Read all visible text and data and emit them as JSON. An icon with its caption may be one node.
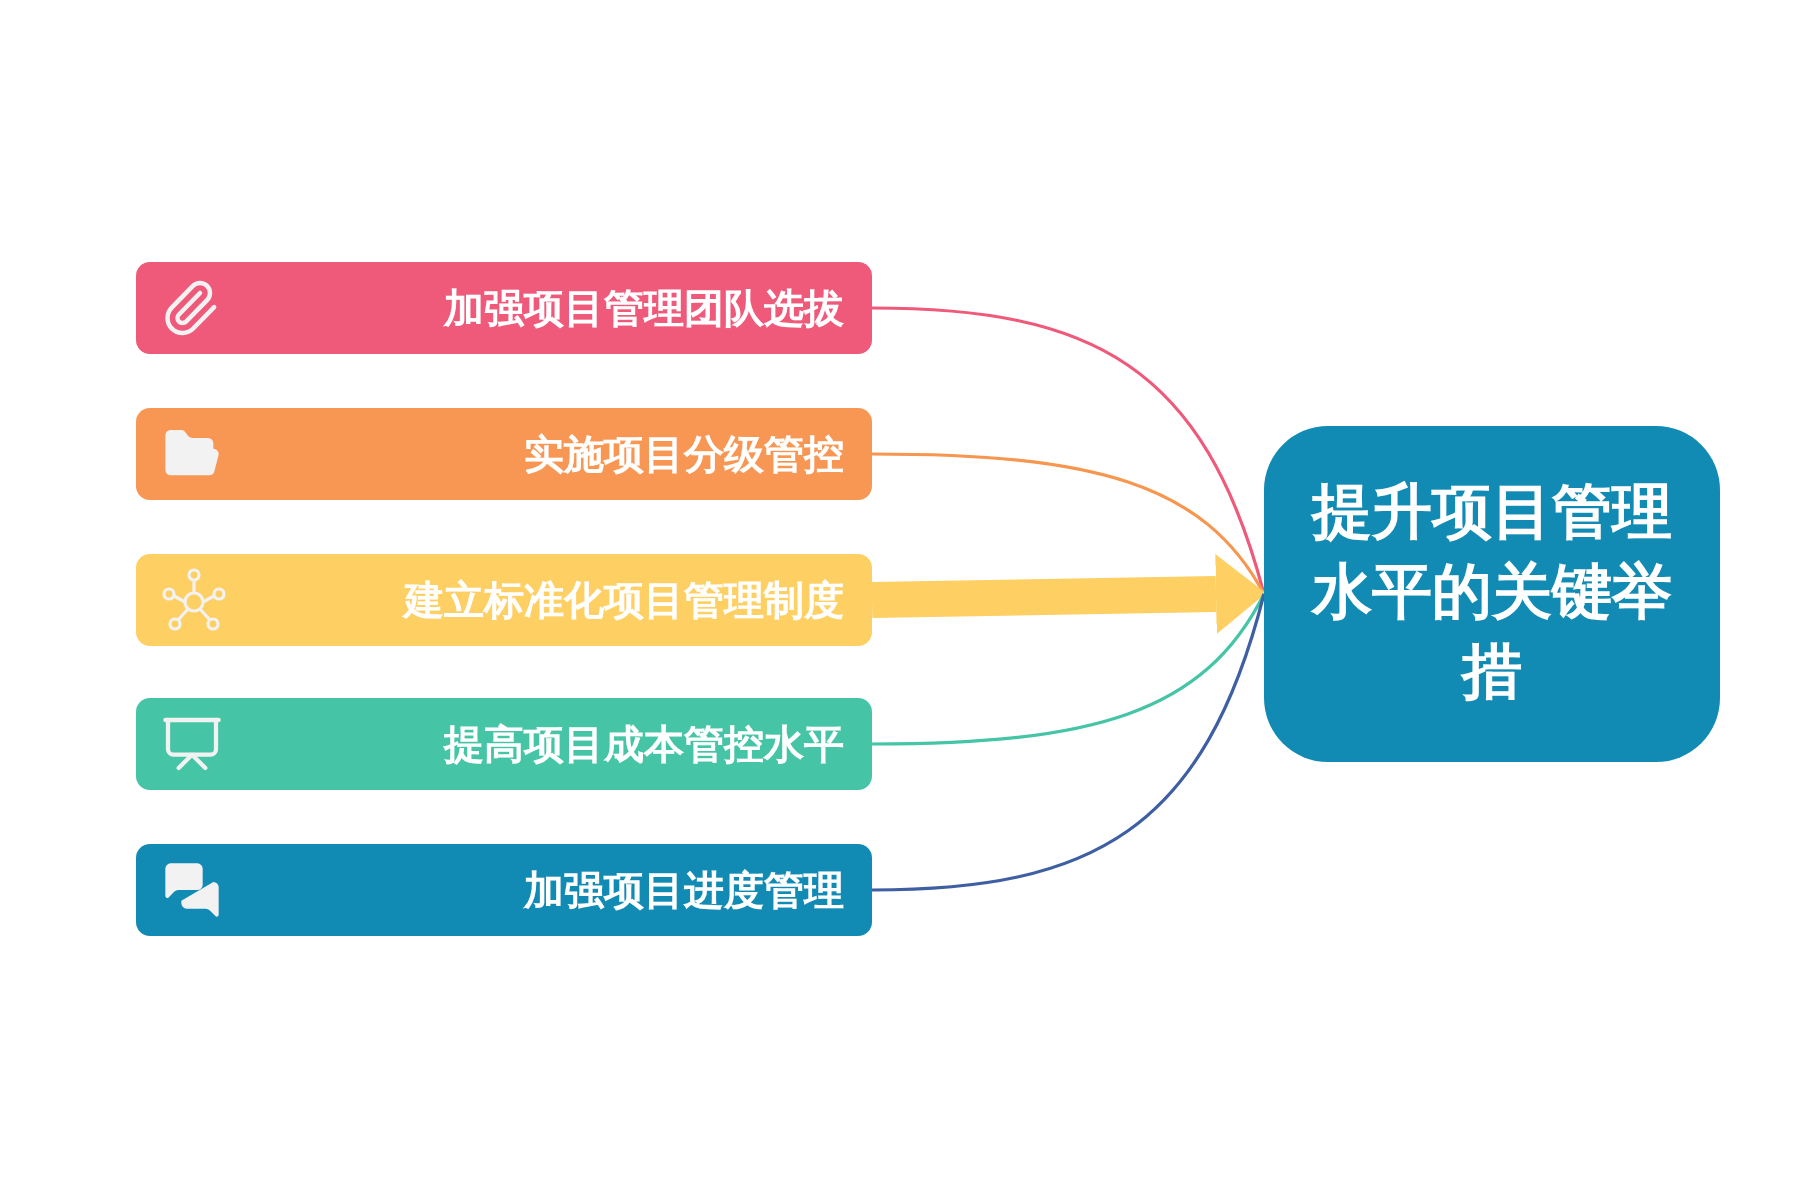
{
  "diagram": {
    "nodes": [
      {
        "text": [
          "加强项目管理团队选拔"
        ]
      },
      {
        "text": [
          "实施项目分级管控"
        ]
      },
      {
        "text": [
          "建立标准化项目管理制度"
        ]
      },
      {
        "text": [
          "提高项目成本管控水平"
        ]
      },
      {
        "text": [
          "加强项目进度管理"
        ]
      },
      {
        "text": [
          "提升项目管理水平的关键举措"
        ]
      }
    ],
    "edges": [
      {
        "from": 0,
        "to": 5,
        "arrow": "none",
        "color": "#ef5a7a"
      },
      {
        "from": 1,
        "to": 5,
        "arrow": "none",
        "color": "#f7964f"
      },
      {
        "from": 2,
        "to": 5,
        "arrow": "to",
        "style": "thick",
        "color": "#fecf62"
      },
      {
        "from": 3,
        "to": 5,
        "arrow": "none",
        "color": "#45c4a6"
      },
      {
        "from": 4,
        "to": 5,
        "arrow": "none",
        "color": "#3f5fa3"
      }
    ]
  }
}
